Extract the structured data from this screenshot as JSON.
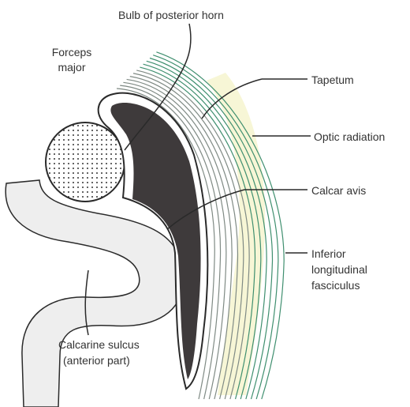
{
  "colors": {
    "horn_fill": "#3e3a3b",
    "outline": "#2a2a2a",
    "fiber_green": "#3f8f6f",
    "fiber_gray": "#7f8a84",
    "radiation_fill": "#f7f6d6",
    "sulcus_fill": "#eeeeee",
    "text": "#333333"
  },
  "labels": {
    "bulb_of_posterior_horn": "Bulb of posterior horn",
    "forceps_major_line1": "Forceps",
    "forceps_major_line2": "major",
    "tapetum": "Tapetum",
    "optic_radiation": "Optic radiation",
    "calcar_avis": "Calcar avis",
    "inferior_line1": "Inferior",
    "inferior_line2": "longitudinal",
    "inferior_line3": "fasciculus",
    "calcarine_line1": "Calcarine sulcus",
    "calcarine_line2": "(anterior part)"
  }
}
